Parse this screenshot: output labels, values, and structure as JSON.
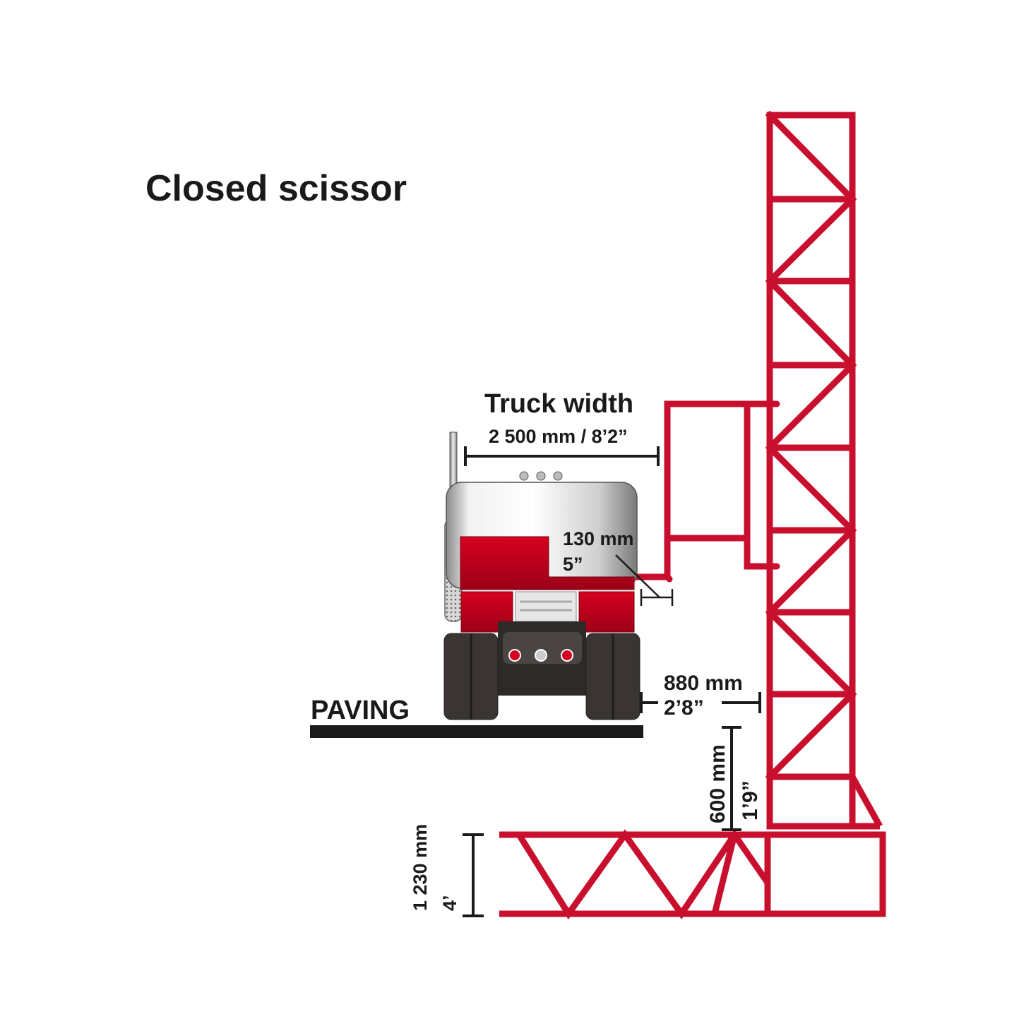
{
  "title": "Closed scissor",
  "labels": {
    "truck_width_title": "Truck width",
    "truck_width_value": "2 500 mm / 8’2”",
    "gap_mm": "130 mm",
    "gap_in": "5”",
    "clearance_mm": "880 mm",
    "clearance_ft": "2’8”",
    "paving": "PAVING",
    "depth_mm": "600 mm",
    "depth_ft": "1’9”",
    "height_mm": "1 230 mm",
    "height_ft": "4’"
  },
  "colors": {
    "structure": "#c8102e",
    "truck_red": "#c2001f",
    "ink": "#1a1a1a",
    "tire": "#3a3432"
  }
}
